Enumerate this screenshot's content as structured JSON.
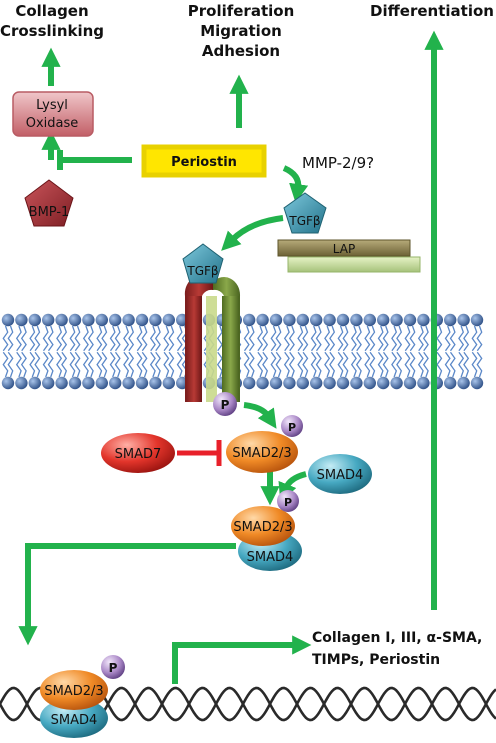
{
  "labels": {
    "collagen_crosslinking": [
      "Collagen",
      "Crosslinking"
    ],
    "proliferation": [
      "Proliferation",
      "Migration",
      "Adhesion"
    ],
    "differentiation": "Differentiation",
    "lysyl_oxidase": [
      "Lysyl",
      "Oxidase"
    ],
    "periostin": "Periostin",
    "mmp": "MMP-2/9?",
    "bmp1": "BMP-1",
    "tgfb_free": "TGFβ",
    "lap": "LAP",
    "tgfb_receptor": "TGFβ",
    "phospho": "P",
    "smad7": "SMAD7",
    "smad23": "SMAD2/3",
    "smad4": "SMAD4",
    "targets": [
      "Collagen I, III, α-SMA,",
      "TIMPs, Periostin"
    ]
  },
  "colors": {
    "arrow": "#22b24c",
    "inhibit": "#e8202a",
    "smad23": "#e77a1e",
    "smad4": "#3a9fb8",
    "smad7": "#e0342c",
    "tgfb": "#3f97b0",
    "periostin": "#ffe600",
    "lysyl": "#c9646b",
    "bmp1": "#b03a3f",
    "membrane_head": "#3b5f97",
    "dna": "#2a2a2a"
  }
}
